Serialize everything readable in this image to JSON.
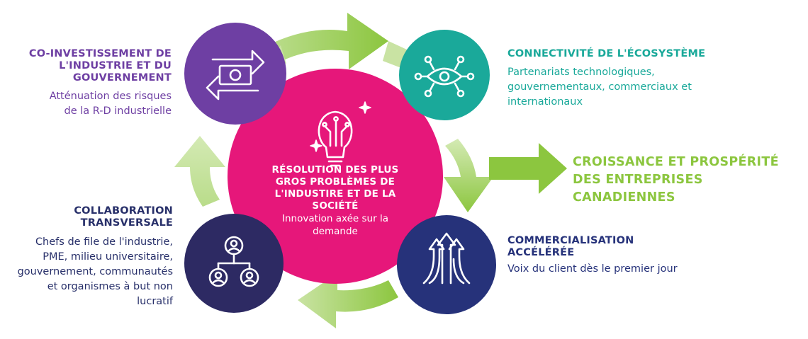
{
  "center": {
    "title": [
      "RÉSOLUTION DES PLUS",
      "GROS PROBLÈMES DE",
      "L'INDUSTIRE ET DE LA",
      "SOCIÉTÉ"
    ],
    "subtitle": [
      "Innovation axée sur la",
      "demande"
    ],
    "icon": "lightbulb-icon"
  },
  "nodes": {
    "coinvest": {
      "title": [
        "CO-INVESTISSEMENT DE",
        "L'INDUSTRIE ET DU",
        "GOUVERNEMENT"
      ],
      "body": [
        "Atténuation des risques",
        "de la R-D industrielle"
      ],
      "icon": "money-exchange-icon",
      "color": "#6e3fa3"
    },
    "ecosystem": {
      "title": [
        "CONNECTIVITÉ DE L'ÉCOSYSTÈME"
      ],
      "body": [
        "Partenariats technologiques,",
        "gouvernementaux, commerciaux et",
        "internationaux"
      ],
      "icon": "network-eye-icon",
      "color": "#1aa99a"
    },
    "commercial": {
      "title": [
        "COMMERCIALISATION",
        "ACCÉLÉRÉE"
      ],
      "body": [
        "Voix du client dès le premier jour"
      ],
      "icon": "growth-arrows-icon",
      "color": "#26327a"
    },
    "collab": {
      "title": [
        "COLLABORATION",
        "TRANSVERSALE"
      ],
      "body": [
        "Chefs de file de l'industrie,",
        "PME, milieu universitaire,",
        "gouvernement, communautés",
        "et organismes à but non",
        "lucratif"
      ],
      "icon": "org-chart-icon",
      "color": "#2d2a63"
    }
  },
  "outcome": {
    "lines": [
      "CROISSANCE ET PROSPÉRITÉ",
      "DES ENTREPRISES CANADIENNES"
    ],
    "color": "#8cc63f"
  },
  "colors": {
    "center": "#e6177a",
    "arrow_light": "#c9e3a3",
    "arrow_dark": "#8cc63f"
  }
}
